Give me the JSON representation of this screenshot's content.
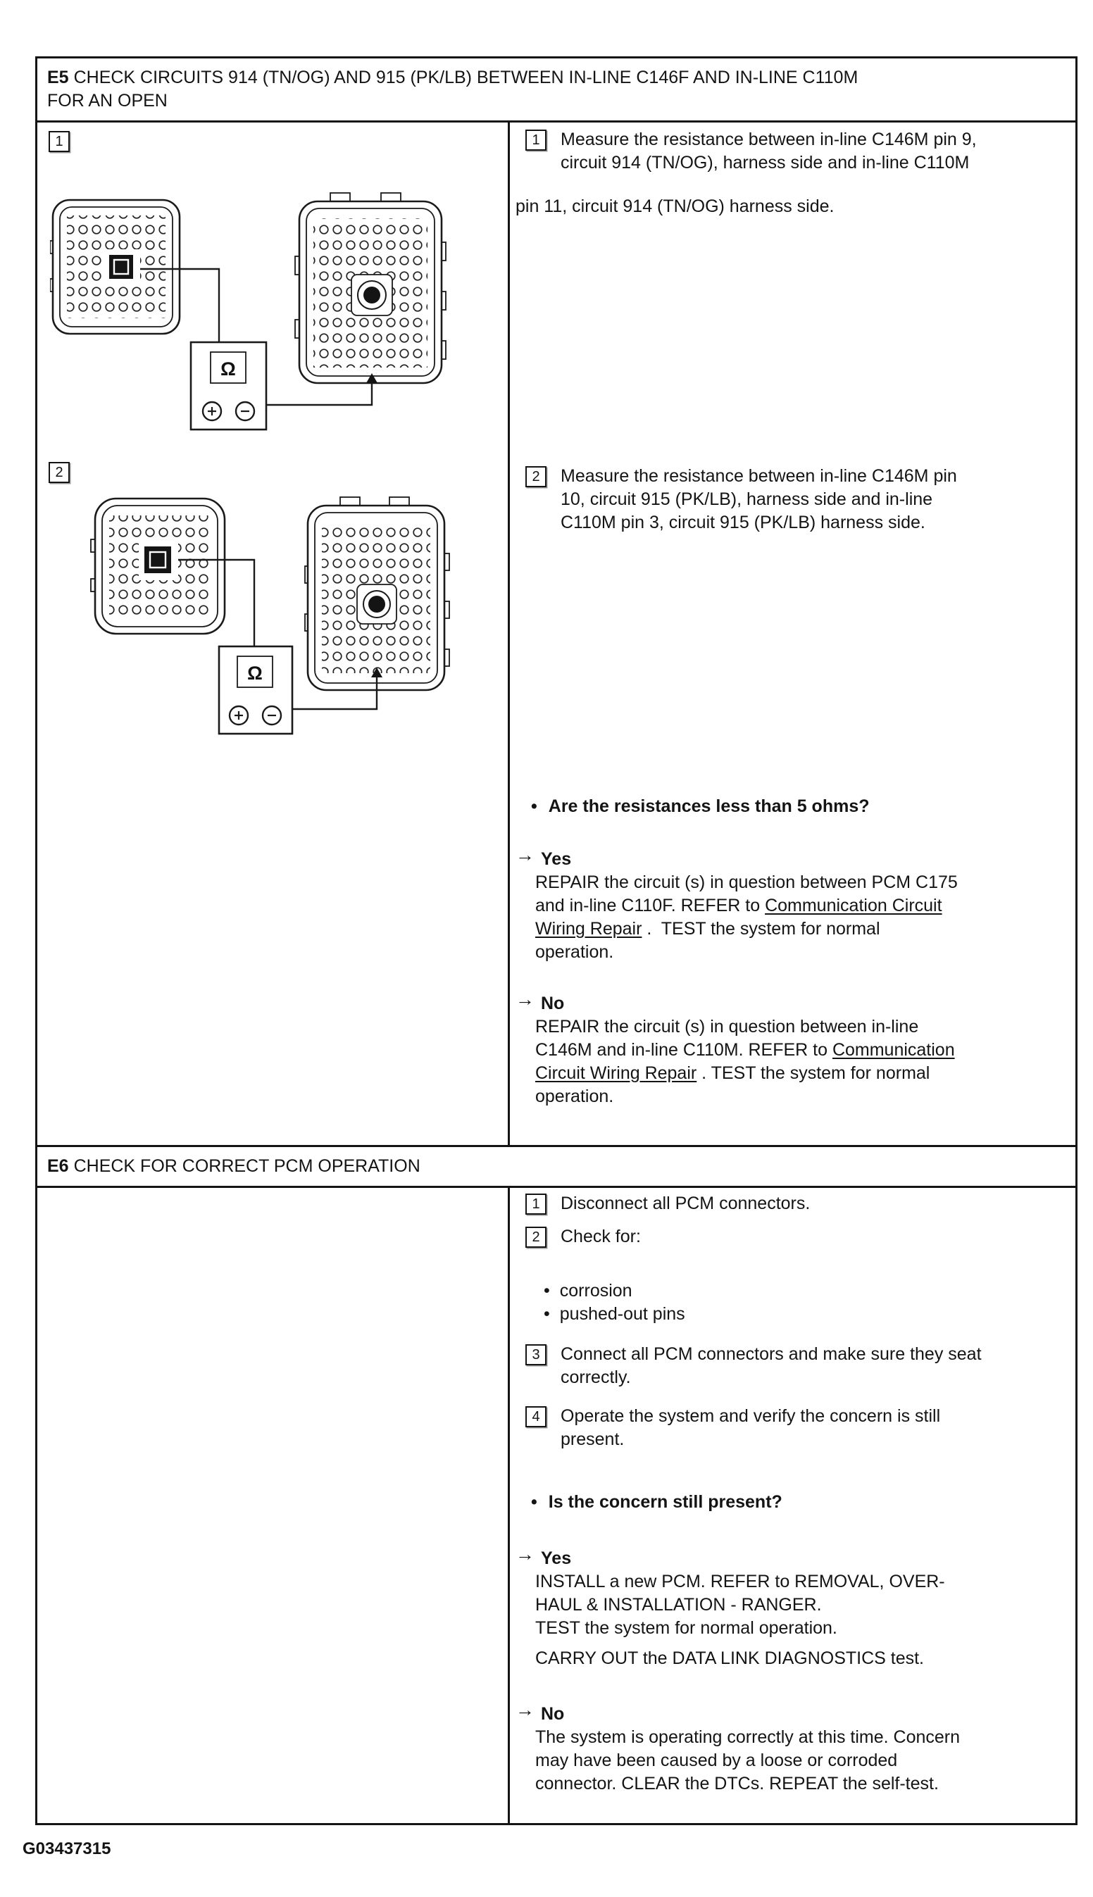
{
  "glyphs": {
    "arrow": "→",
    "bullet": "•"
  },
  "page": {
    "figure_id": "G03437315"
  },
  "e5": {
    "id": "E5",
    "title_line1": "CHECK CIRCUITS 914 (TN/OG) AND 915 (PK/LB) BETWEEN IN-LINE C146F AND IN-LINE C110M",
    "title_line2": "FOR AN OPEN",
    "diagram1": {
      "marker": "1",
      "meter_symbol": "Ω"
    },
    "diagram2": {
      "marker": "2",
      "meter_symbol": "Ω"
    },
    "steps": {
      "s1": {
        "num": "1",
        "lines": [
          "Measure the resistance between in-line C146M pin 9,",
          "circuit 914 (TN/OG), harness side and in-line C110M"
        ],
        "continuation": "pin 11, circuit 914 (TN/OG) harness side."
      },
      "s2": {
        "num": "2",
        "lines": [
          "Measure the resistance between in-line C146M pin",
          "10, circuit 915 (PK/LB), harness side and in-line",
          "C110M pin 3, circuit 915 (PK/LB) harness side."
        ]
      }
    },
    "question": "Are the resistances less than 5 ohms?",
    "yes": {
      "label": "Yes",
      "lines": [
        [
          {
            "t": "REPAIR the circuit (s) in question between PCM C175"
          }
        ],
        [
          {
            "t": "and in-line C110F. REFER to "
          },
          {
            "t": "Communication Circuit",
            "u": true
          }
        ],
        [
          {
            "t": "Wiring Repair",
            "u": true
          },
          {
            "t": " .  TEST the system for normal"
          }
        ],
        [
          {
            "t": "operation."
          }
        ]
      ]
    },
    "no": {
      "label": "No",
      "lines": [
        [
          {
            "t": "REPAIR the circuit (s) in question between in-line"
          }
        ],
        [
          {
            "t": "C146M and in-line C110M. REFER to "
          },
          {
            "t": "Communication",
            "u": true
          }
        ],
        [
          {
            "t": "Circuit Wiring Repair",
            "u": true
          },
          {
            "t": " . TEST the system for normal"
          }
        ],
        [
          {
            "t": "operation."
          }
        ]
      ]
    }
  },
  "e6": {
    "id": "E6",
    "title": "CHECK FOR CORRECT PCM OPERATION",
    "steps": {
      "s1": {
        "num": "1",
        "lines": [
          "Disconnect all PCM connectors."
        ]
      },
      "s2": {
        "num": "2",
        "lines": [
          "Check for:"
        ]
      },
      "bullets": [
        "corrosion",
        "pushed-out pins"
      ],
      "s3": {
        "num": "3",
        "lines": [
          "Connect all PCM connectors and make sure they seat",
          "correctly."
        ]
      },
      "s4": {
        "num": "4",
        "lines": [
          "Operate the system and verify the concern is still",
          "present."
        ]
      }
    },
    "question": "Is the concern still present?",
    "yes": {
      "label": "Yes",
      "lines": [
        [
          {
            "t": "INSTALL a new PCM. REFER to REMOVAL, OVER-"
          }
        ],
        [
          {
            "t": "HAUL & INSTALLATION - RANGER."
          }
        ],
        [
          {
            "t": "TEST the system for normal operation."
          }
        ],
        {
          "t": "CARRY OUT the DATA LINK DIAGNOSTICS test.",
          "gap": true
        }
      ]
    },
    "no": {
      "label": "No",
      "lines": [
        [
          {
            "t": "The system is operating correctly at this time. Concern"
          }
        ],
        [
          {
            "t": "may have been caused by a loose or corroded"
          }
        ],
        [
          {
            "t": "connector. CLEAR the DTCs. REPEAT the self-test."
          }
        ]
      ]
    }
  }
}
